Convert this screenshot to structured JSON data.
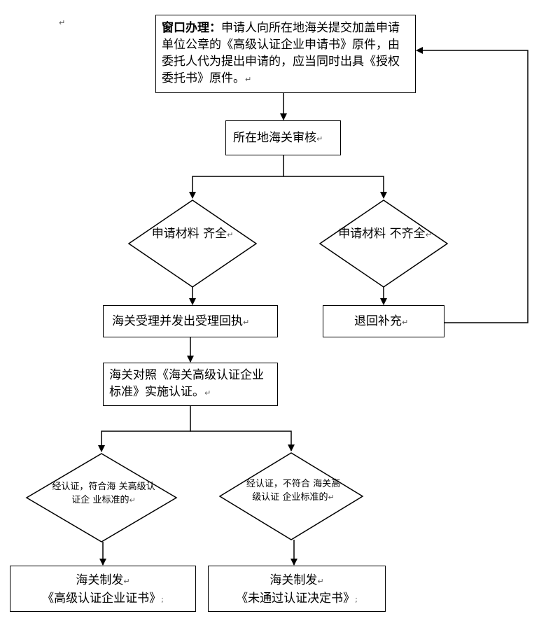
{
  "nodes": {
    "window_handling": {
      "label": "窗口办理：",
      "text": "申请人向所在地海关提交加盖申请单位公章的《高级认证企业申请书》原件，由委托人代为提出申请的，应当同时出具《授权委托书》原件。"
    },
    "customs_review": "所在地海关审核",
    "materials_complete": [
      "申请材料",
      "齐全"
    ],
    "materials_incomplete": [
      "申请材料",
      "不齐全"
    ],
    "accept_receipt": "海关受理并发出受理回执",
    "return_supplement": "退回补充",
    "certification": "海关对照《海关高级认证企业标准》实施认证。",
    "meets_standard": [
      "经认证，符合海",
      "关高级认证企",
      "业标准的"
    ],
    "fails_standard": [
      "经认证，不符合",
      "海关高级认证",
      "企业标准的"
    ],
    "issue_certificate": [
      "海关制发",
      "《高级认证企业证书》"
    ],
    "issue_decision": [
      "海关制发",
      "《未通过认证决定书》"
    ]
  },
  "marks": {
    "paragraph": "↵",
    "semicolon": ";"
  }
}
